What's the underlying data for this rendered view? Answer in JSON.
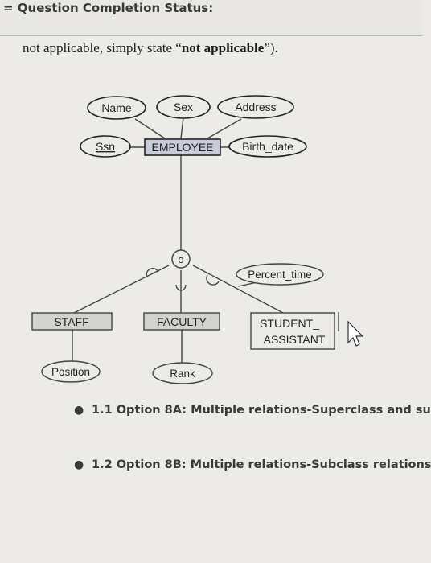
{
  "header": {
    "title": "Question Completion Status:"
  },
  "instruction": {
    "part1": "not applicable, simply state “",
    "bold": "not applicable",
    "part2": "”)."
  },
  "diagram": {
    "entity": "EMPLOYEE",
    "attributes": [
      "Name",
      "Sex",
      "Address",
      "Ssn",
      "Birth_date"
    ],
    "specialization_symbol": "o",
    "subclasses": [
      "STAFF",
      "FACULTY",
      "STUDENT_ ASSISTANT"
    ],
    "subclass_attributes": {
      "staff": "Position",
      "faculty": "Rank",
      "student_assistant": "Percent_time"
    }
  },
  "options": [
    {
      "label": "1.1 Option 8A: Multiple relations-Superclass and su"
    },
    {
      "label": "1.2 Option 8B: Multiple relations-Subclass relations"
    }
  ]
}
